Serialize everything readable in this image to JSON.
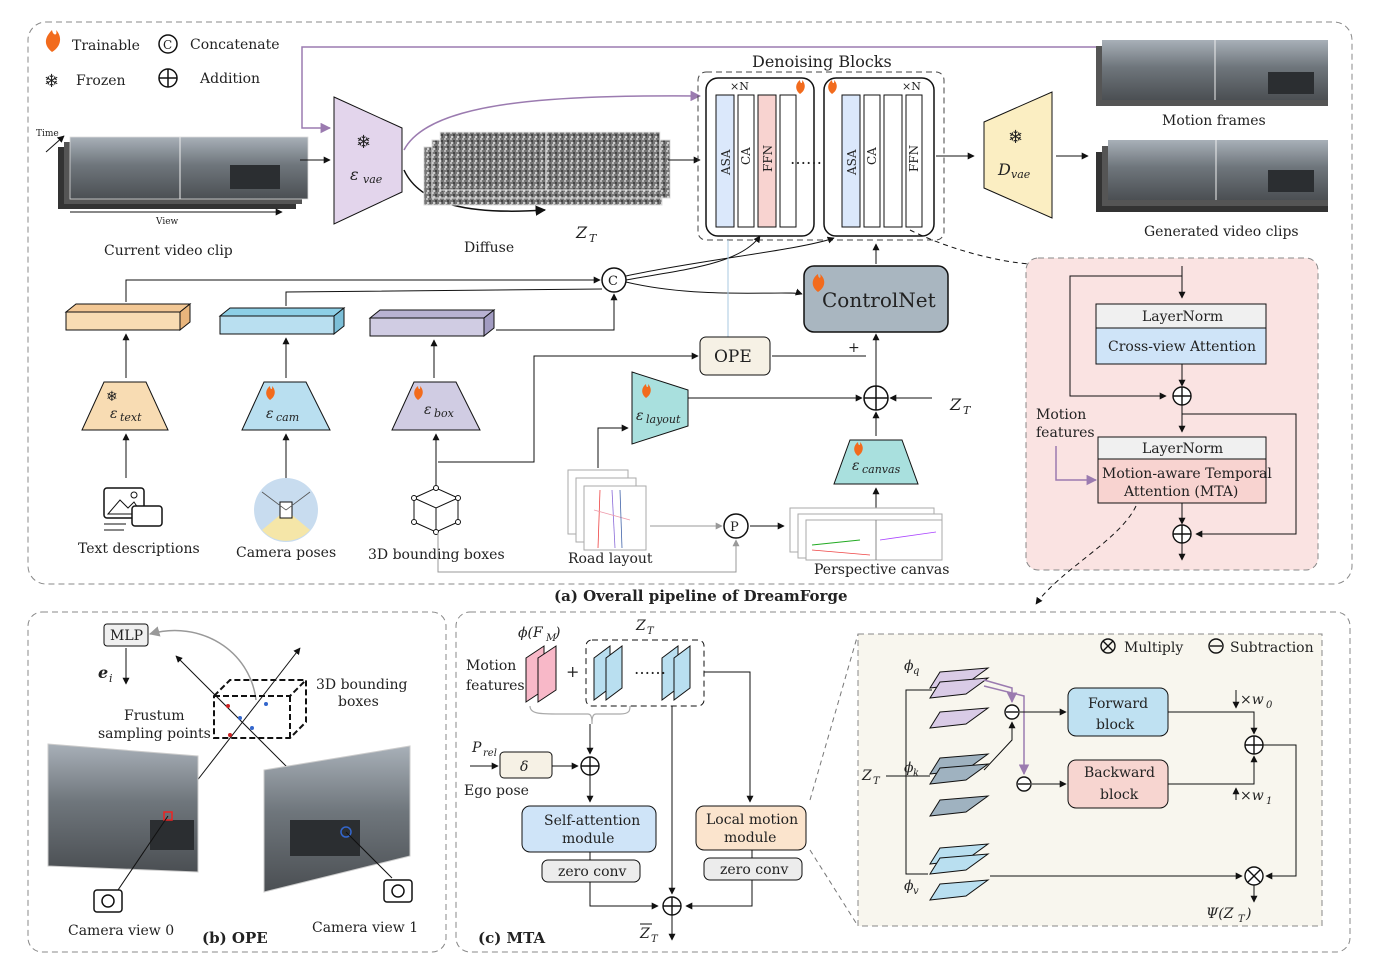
{
  "legend": {
    "trainable": "Trainable",
    "frozen": "Frozen",
    "concatenate": "Concatenate",
    "addition": "Addition",
    "multiply": "Multiply",
    "subtraction": "Subtraction",
    "concat_symbol": "C",
    "pose_symbol": "P"
  },
  "pipeline": {
    "caption": "(a) Overall pipeline of DreamForge",
    "denoising_title": "Denoising Blocks",
    "times_n": "×N",
    "asa": "ASA",
    "ca": "CA",
    "ffn": "FFN",
    "dots": "……",
    "time_axis": "Time",
    "view_axis": "View",
    "current_clip": "Current video clip",
    "diffuse": "Diffuse",
    "zt": "Z",
    "zt_sub": "T",
    "motion_frames": "Motion frames",
    "generated_clips": "Generated video clips",
    "controlnet": "ControlNet",
    "ope": "OPE",
    "plus": "+",
    "text_desc": "Text descriptions",
    "camera_poses": "Camera poses",
    "bboxes": "3D bounding boxes",
    "road_layout": "Road layout",
    "persp_canvas": "Perspective canvas",
    "enc_vae": "ε",
    "enc_vae_sub": "vae",
    "dec_vae": "D",
    "dec_vae_sub": "vae",
    "enc_text_sub": "text",
    "enc_cam_sub": "cam",
    "enc_box_sub": "box",
    "enc_layout_sub": "layout",
    "enc_canvas_sub": "canvas"
  },
  "block": {
    "layernorm1": "LayerNorm",
    "cross_view": "Cross-view Attention",
    "layernorm2": "LayerNorm",
    "mta_line1": "Motion-aware Temporal",
    "mta_line2": "Attention (MTA)",
    "motion_features_1": "Motion",
    "motion_features_2": "features"
  },
  "ope": {
    "caption": "(b) OPE",
    "mlp": "MLP",
    "ei": "e",
    "ei_sub": "i",
    "frustum_1": "Frustum",
    "frustum_2": "sampling points",
    "bbox_1": "3D bounding",
    "bbox_2": "boxes",
    "cam0": "Camera view 0",
    "cam1": "Camera view 1"
  },
  "mta": {
    "caption": "(c) MTA",
    "phi_fm": "ϕ(F",
    "phi_fm_sub": "M",
    "motion_1": "Motion",
    "motion_2": "features",
    "p_rel": "P",
    "p_rel_sub": "rel",
    "delta": "δ",
    "ego_pose": "Ego pose",
    "self_attn_1": "Self-attention",
    "self_attn_2": "module",
    "local_motion_1": "Local motion",
    "local_motion_2": "module",
    "zero_conv": "zero conv",
    "zbar": "Z",
    "forward_1": "Forward",
    "forward_2": "block",
    "backward_1": "Backward",
    "backward_2": "block",
    "phi_q": "ϕ",
    "phi_q_sub": "q",
    "phi_k_sub": "k",
    "phi_v_sub": "v",
    "w0": "×w",
    "w0_sub": "0",
    "w1_sub": "1",
    "psi": "Ψ(Z",
    "psi_end": ")"
  },
  "colors": {
    "purple_enc": "#e3d5ec",
    "beige_dec": "#fbeec2",
    "orange_bar": "#f8dcb3",
    "blue_bar": "#b9dff0",
    "lavender_bar": "#d0cce3",
    "teal_enc": "#a9e0de",
    "controlnet": "#a9b6c0",
    "block_bg": "#fae3e2",
    "mta_bg": "#f8f6ee",
    "asa": "#dbe8fb",
    "ffn": "#f8d3d0",
    "forward": "#bfe1f2",
    "backward": "#f7d5d0",
    "self_attn": "#cfe4f8",
    "local_motion": "#fbe4cd",
    "motion_line": "#9b7bb0"
  }
}
